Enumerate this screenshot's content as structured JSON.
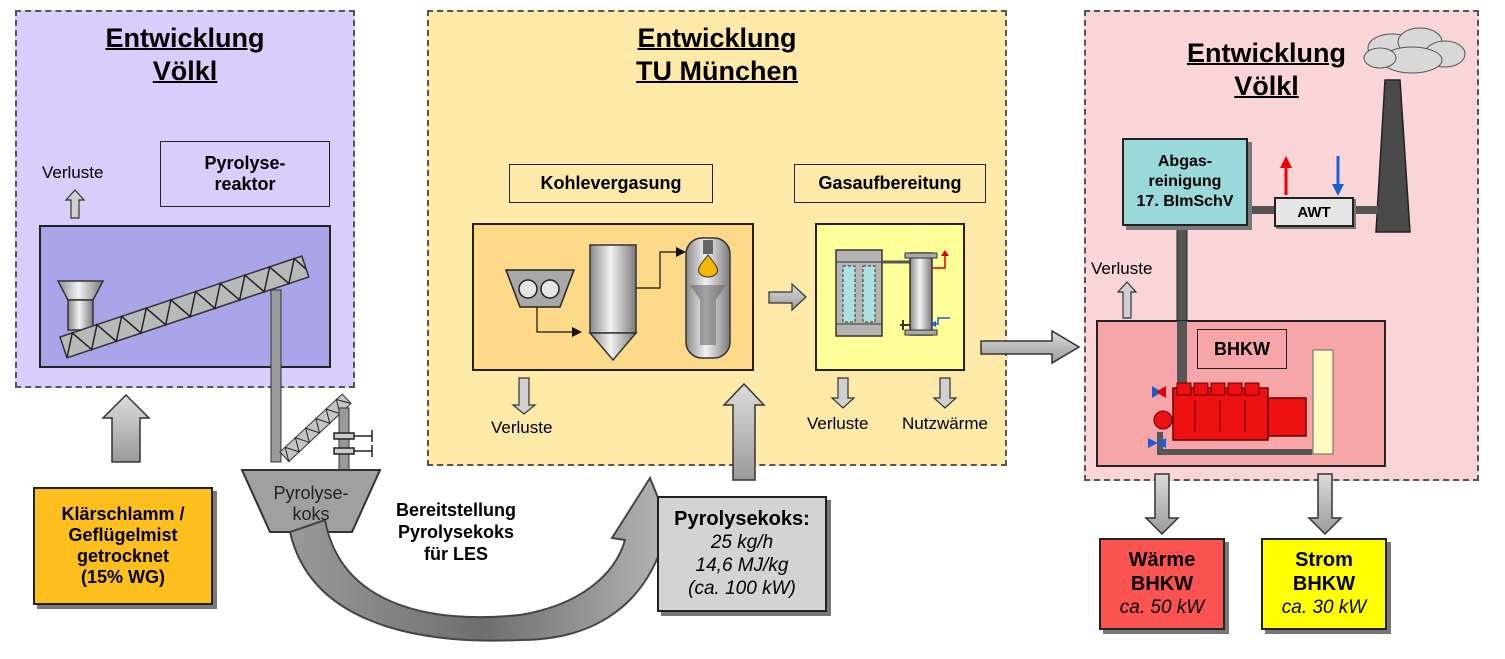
{
  "panels": {
    "left": {
      "title_line1": "Entwicklung",
      "title_line2": "Völkl",
      "reactor_line1": "Pyrolyse-",
      "reactor_line2": "reaktor",
      "losses": "Verluste"
    },
    "middle": {
      "title_line1": "Entwicklung",
      "title_line2": "TU München",
      "gasification": "Kohlevergasung",
      "gas_treatment": "Gasaufbereitung",
      "losses_1": "Verluste",
      "losses_2": "Verluste",
      "useful_heat": "Nutzwärme"
    },
    "right": {
      "title_line1": "Entwicklung",
      "title_line2": "Völkl",
      "exhaust_line1": "Abgas-",
      "exhaust_line2": "reinigung",
      "exhaust_line3": "17. BImSchV",
      "awt": "AWT",
      "losses": "Verluste",
      "bhkw": "BHKW"
    }
  },
  "input": {
    "line1": "Klärschlamm /",
    "line2": "Geflügelmist",
    "line3": "getrocknet",
    "line4": "(15% WG)"
  },
  "hopper": {
    "line1": "Pyrolyse-",
    "line2": "koks"
  },
  "supply": {
    "line1": "Bereitstellung",
    "line2": "Pyrolysekoks",
    "line3": "für LES"
  },
  "coke": {
    "title": "Pyrolysekoks:",
    "line1": "25 kg/h",
    "line2": "14,6 MJ/kg",
    "line3": "(ca. 100 kW)"
  },
  "heat_out": {
    "line1": "Wärme",
    "line2": "BHKW",
    "line3": "ca. 50 kW"
  },
  "power_out": {
    "line1": "Strom",
    "line2": "BHKW",
    "line3": "ca. 30 kW"
  },
  "colors": {
    "left_panel": "#d9cdfb",
    "left_reactor": "#aaa5e8",
    "middle_panel": "#fde9a8",
    "middle_box": "#fdd98a",
    "treatment_box": "#ffff99",
    "right_panel": "#f9d5d8",
    "bhkw_box": "#f6a5a9",
    "exhaust_box": "#99d9d9",
    "input_box": "#fdbf1e",
    "coke_box": "#d3d3d3",
    "heat_box": "#fb5252",
    "power_box": "#ffff00",
    "engine": "#ee1111"
  }
}
